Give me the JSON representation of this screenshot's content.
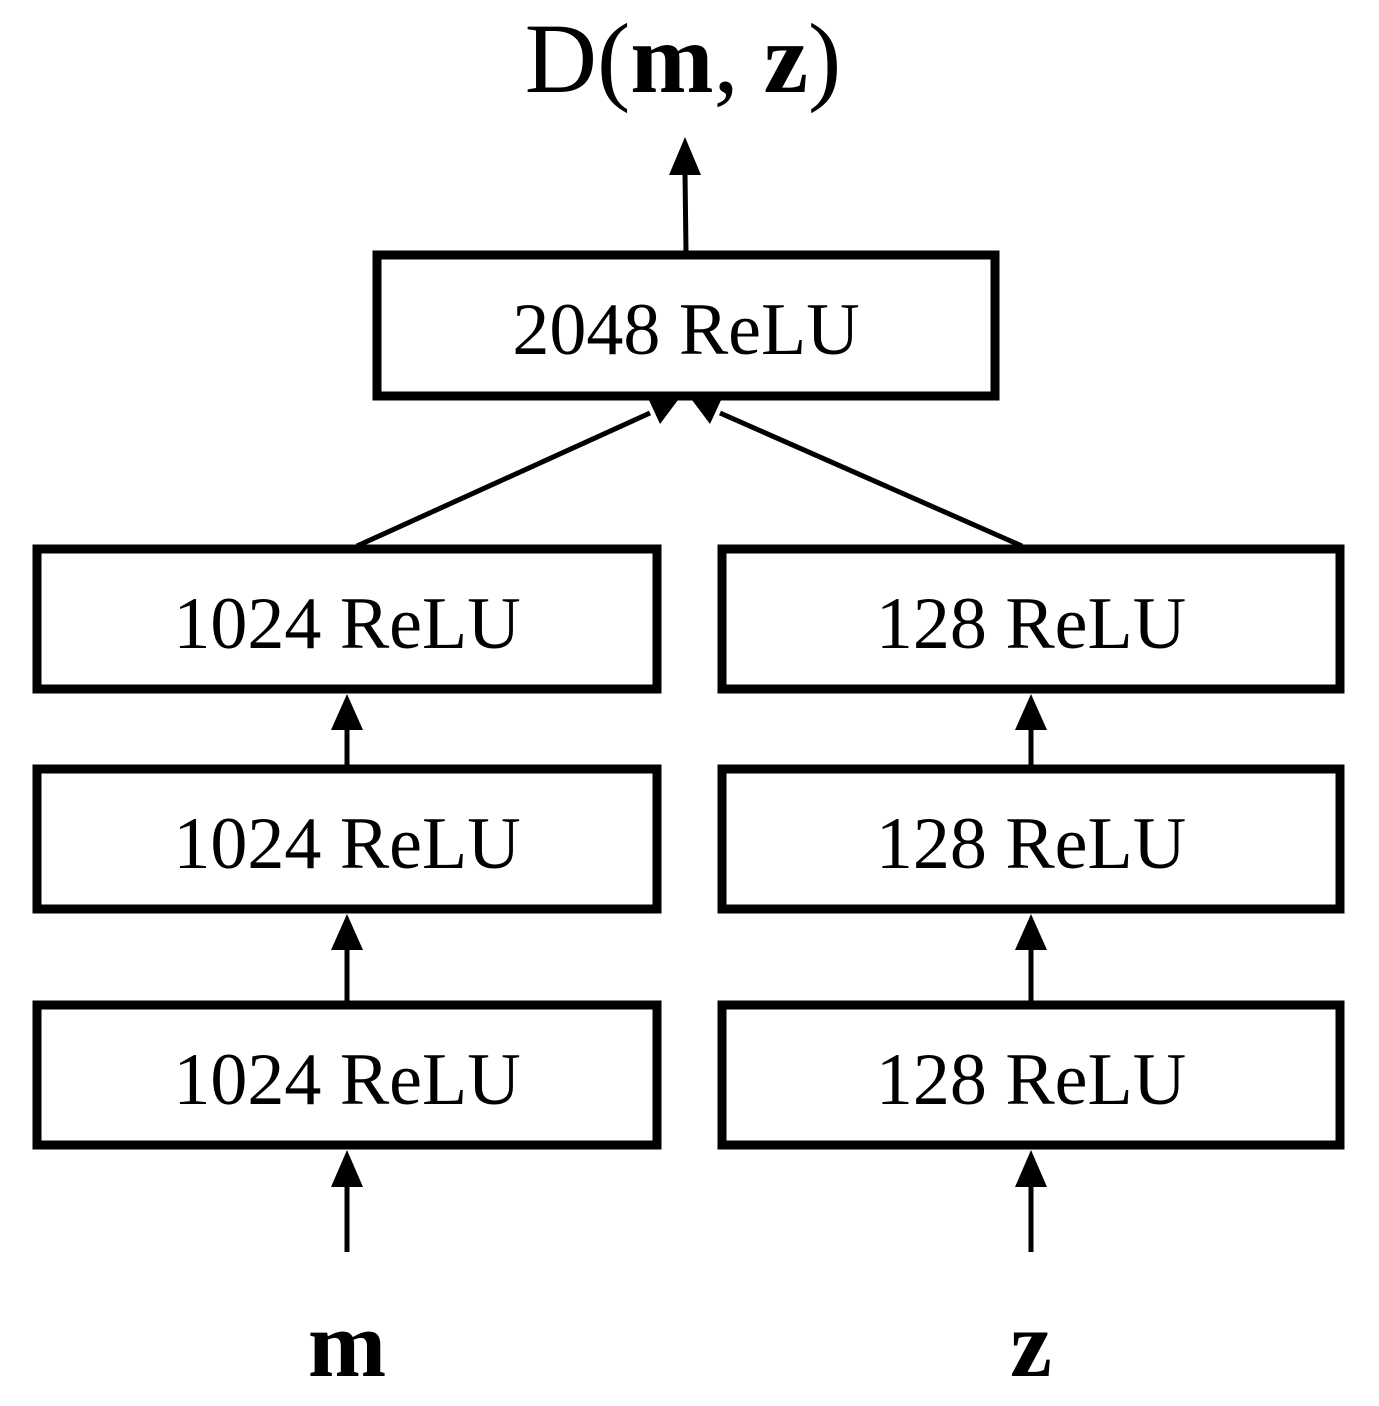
{
  "output": {
    "func": "D",
    "open": "(",
    "arg1": "m",
    "sep": ", ",
    "arg2": "z",
    "close": ")"
  },
  "top_layer": {
    "label": "2048 ReLU"
  },
  "left_branch": {
    "input": "m",
    "layers": [
      {
        "label": "1024 ReLU"
      },
      {
        "label": "1024 ReLU"
      },
      {
        "label": "1024 ReLU"
      }
    ]
  },
  "right_branch": {
    "input": "z",
    "layers": [
      {
        "label": "128 ReLU"
      },
      {
        "label": "128 ReLU"
      },
      {
        "label": "128 ReLU"
      }
    ]
  }
}
